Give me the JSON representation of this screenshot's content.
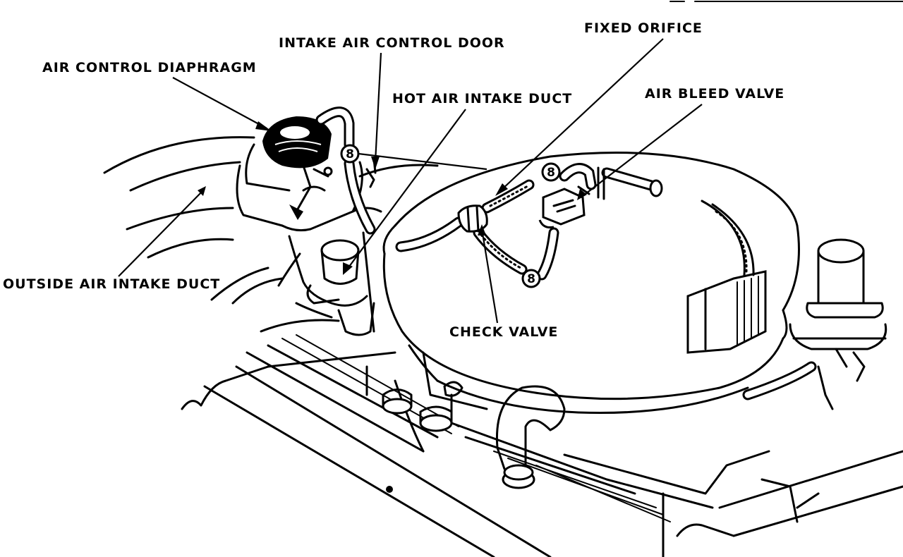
{
  "labels": {
    "intake_air_control_door": "INTAKE AIR CONTROL DOOR",
    "fixed_orifice": "FIXED ORIFICE",
    "air_control_diaphragm": "AIR CONTROL DIAPHRAGM",
    "hot_air_intake_duct": "HOT AIR INTAKE DUCT",
    "air_bleed_valve": "AIR BLEED VALVE",
    "outside_air_intake_duct": "OUTSIDE AIR INTAKE DUCT",
    "check_valve": "CHECK VALVE"
  },
  "hose_markers": [
    "8",
    "8",
    "8"
  ],
  "colors": {
    "ink": "#000000",
    "paper": "#ffffff"
  }
}
